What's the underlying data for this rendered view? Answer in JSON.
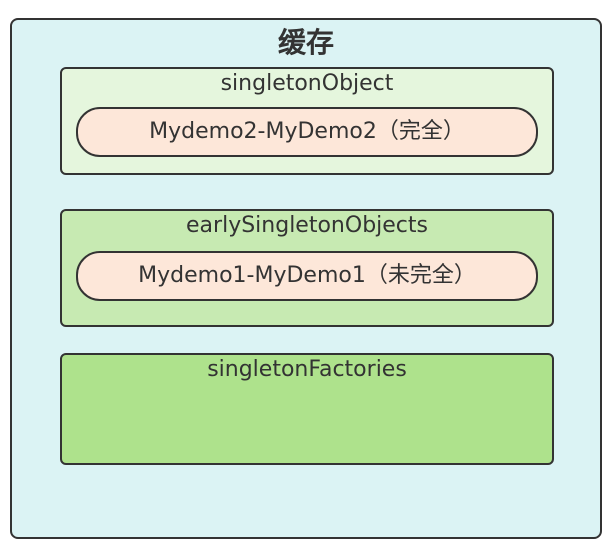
{
  "cache": {
    "title": "缓存"
  },
  "boxes": [
    {
      "label": "singletonObject",
      "item": "Mydemo2-MyDemo2（完全）",
      "fill": "#e5f6dd"
    },
    {
      "label": "earlySingletonObjects",
      "item": "Mydemo1-MyDemo1（未完全）",
      "fill": "#c7eab2"
    },
    {
      "label": "singletonFactories",
      "fill": "#aee28c"
    }
  ],
  "colors": {
    "cache_fill": "#dbf3f4",
    "item_fill": "#fde7d9",
    "border": "#333333"
  }
}
